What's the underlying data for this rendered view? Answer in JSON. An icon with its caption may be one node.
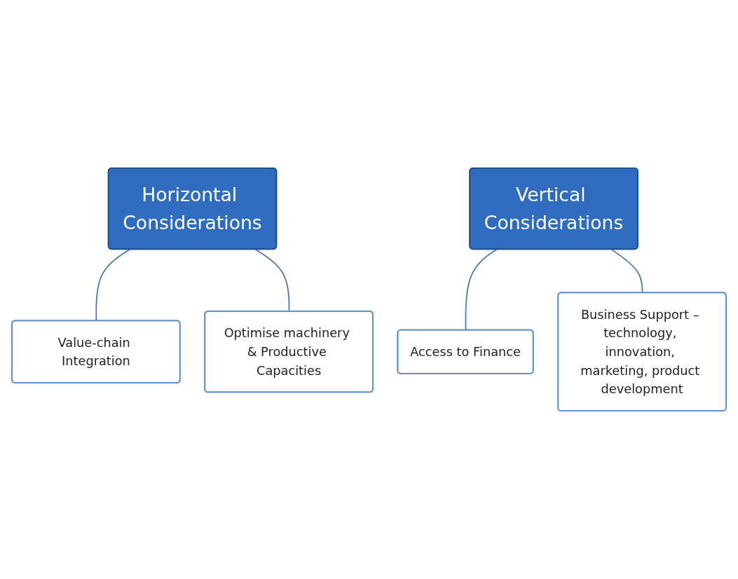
{
  "diagram": {
    "nodes": [
      {
        "text": [
          "Horizontal Considerations"
        ]
      },
      {
        "text": [
          "Value-chain Integration"
        ]
      },
      {
        "text": [
          "Optimise machinery & Productive Capacities"
        ]
      },
      {
        "text": [
          "Vertical Considerations"
        ]
      },
      {
        "text": [
          "Access to Finance"
        ]
      },
      {
        "text": [
          "Business Support – technology, innovation, marketing, product development"
        ]
      }
    ],
    "edges": [
      {
        "from": 0,
        "to": 1,
        "arrow": "none"
      },
      {
        "from": 0,
        "to": 2,
        "arrow": "none"
      },
      {
        "from": 3,
        "to": 4,
        "arrow": "none"
      },
      {
        "from": 3,
        "to": 5,
        "arrow": "none"
      }
    ]
  }
}
